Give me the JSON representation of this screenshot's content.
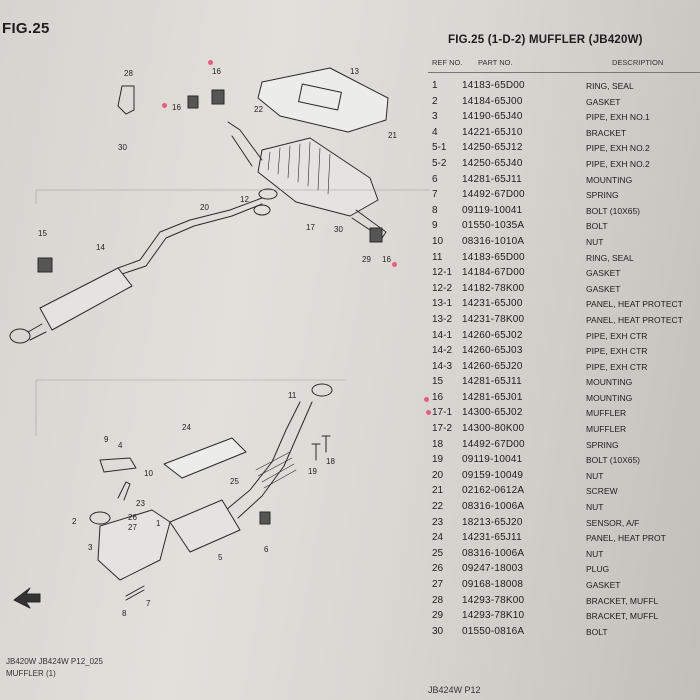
{
  "figure_label": "FIG.25",
  "parts_title": "FIG.25 (1-D-2) MUFFLER (JB420W)",
  "header": {
    "ref": "REF NO.",
    "part": "PART NO.",
    "desc": "DESCRIPTION"
  },
  "parts": [
    {
      "ref": "1",
      "part": "14183-65D00",
      "desc": "RING, SEAL"
    },
    {
      "ref": "2",
      "part": "14184-65J00",
      "desc": "GASKET"
    },
    {
      "ref": "3",
      "part": "14190-65J40",
      "desc": "PIPE, EXH NO.1"
    },
    {
      "ref": "4",
      "part": "14221-65J10",
      "desc": "BRACKET"
    },
    {
      "ref": "5-1",
      "part": "14250-65J12",
      "desc": "PIPE, EXH NO.2"
    },
    {
      "ref": "5-2",
      "part": "14250-65J40",
      "desc": "PIPE, EXH NO.2"
    },
    {
      "ref": "6",
      "part": "14281-65J11",
      "desc": "MOUNTING"
    },
    {
      "ref": "7",
      "part": "14492-67D00",
      "desc": "SPRING"
    },
    {
      "ref": "8",
      "part": "09119-10041",
      "desc": "BOLT (10X65)"
    },
    {
      "ref": "9",
      "part": "01550-1035A",
      "desc": "BOLT"
    },
    {
      "ref": "10",
      "part": "08316-1010A",
      "desc": "NUT"
    },
    {
      "ref": "11",
      "part": "14183-65D00",
      "desc": "RING, SEAL"
    },
    {
      "ref": "12-1",
      "part": "14184-67D00",
      "desc": "GASKET"
    },
    {
      "ref": "12-2",
      "part": "14182-78K00",
      "desc": "GASKET"
    },
    {
      "ref": "13-1",
      "part": "14231-65J00",
      "desc": "PANEL, HEAT PROTECT"
    },
    {
      "ref": "13-2",
      "part": "14231-78K00",
      "desc": "PANEL, HEAT PROTECT"
    },
    {
      "ref": "14-1",
      "part": "14260-65J02",
      "desc": "PIPE, EXH CTR"
    },
    {
      "ref": "14-2",
      "part": "14260-65J03",
      "desc": "PIPE, EXH CTR"
    },
    {
      "ref": "14-3",
      "part": "14260-65J20",
      "desc": "PIPE, EXH CTR"
    },
    {
      "ref": "15",
      "part": "14281-65J11",
      "desc": "MOUNTING"
    },
    {
      "ref": "16",
      "part": "14281-65J01",
      "desc": "MOUNTING"
    },
    {
      "ref": "17-1",
      "part": "14300-65J02",
      "desc": "MUFFLER"
    },
    {
      "ref": "17-2",
      "part": "14300-80K00",
      "desc": "MUFFLER"
    },
    {
      "ref": "18",
      "part": "14492-67D00",
      "desc": "SPRING"
    },
    {
      "ref": "19",
      "part": "09119-10041",
      "desc": "BOLT (10X65)"
    },
    {
      "ref": "20",
      "part": "09159-10049",
      "desc": "NUT"
    },
    {
      "ref": "21",
      "part": "02162-0612A",
      "desc": "SCREW"
    },
    {
      "ref": "22",
      "part": "08316-1006A",
      "desc": "NUT"
    },
    {
      "ref": "23",
      "part": "18213-65J20",
      "desc": "SENSOR, A/F"
    },
    {
      "ref": "24",
      "part": "14231-65J11",
      "desc": "PANEL, HEAT PROT"
    },
    {
      "ref": "25",
      "part": "08316-1006A",
      "desc": "NUT"
    },
    {
      "ref": "26",
      "part": "09247-18003",
      "desc": "PLUG"
    },
    {
      "ref": "27",
      "part": "09168-18008",
      "desc": "GASKET"
    },
    {
      "ref": "28",
      "part": "14293-78K00",
      "desc": "BRACKET, MUFFL"
    },
    {
      "ref": "29",
      "part": "14293-78K10",
      "desc": "BRACKET, MUFFL"
    },
    {
      "ref": "30",
      "part": "01550-0816A",
      "desc": "BOLT"
    }
  ],
  "callouts": {
    "c28": "28",
    "c16a": "16",
    "c16b": "16",
    "c13": "13",
    "c22": "22",
    "c21": "21",
    "c30a": "30",
    "c12": "12",
    "c20": "20",
    "c17": "17",
    "c30b": "30",
    "c16c": "16",
    "c29": "29",
    "c15": "15",
    "c14": "14",
    "c11": "11",
    "c24": "24",
    "c9": "9",
    "c4": "4",
    "c10": "10",
    "c19": "19",
    "c18": "18",
    "c23": "23",
    "c25": "25",
    "c26": "26",
    "c27": "27",
    "c2": "2",
    "c1": "1",
    "c3": "3",
    "c5": "5",
    "c6": "6",
    "c8": "8",
    "c7": "7"
  },
  "caption": {
    "line1": "JB420W JB424W P12_025",
    "line2": "MUFFLER (1)"
  },
  "footer_right": "JB424W P12",
  "colors": {
    "paper": "#dcdad5",
    "ink": "#1d1d1d",
    "highlight_dot": "#ef5a78"
  }
}
